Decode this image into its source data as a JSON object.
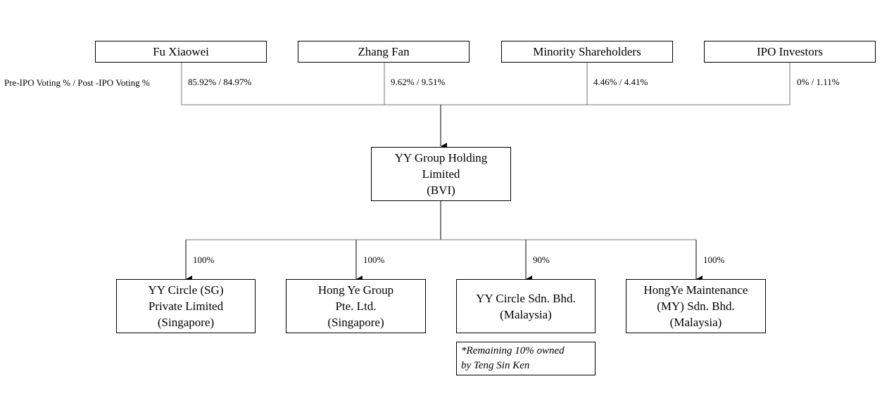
{
  "shareholders": [
    {
      "name": "Fu Xiaowei",
      "voting": "85.92% / 84.97%"
    },
    {
      "name": "Zhang Fan",
      "voting": "9.62% / 9.51%"
    },
    {
      "name": "Minority Shareholders",
      "voting": "4.46% / 4.41%"
    },
    {
      "name": "IPO Investors",
      "voting": "0% / 1.11%"
    }
  ],
  "voting_label": "Pre-IPO Voting % / Post  -IPO Voting %",
  "holding": {
    "line1": "YY Group Holding",
    "line2": "Limited",
    "line3": "(BVI)"
  },
  "subsidiaries": [
    {
      "line1": "YY Circle (SG)",
      "line2": "Private Limited",
      "line3": "(Singapore)",
      "ownership": "100%"
    },
    {
      "line1": "Hong Ye Group",
      "line2": "Pte. Ltd.",
      "line3": "(Singapore)",
      "ownership": "100%"
    },
    {
      "line1": "YY Circle Sdn. Bhd.",
      "line2": "(Malaysia)",
      "line3": "",
      "ownership": "90%"
    },
    {
      "line1": "HongYe Maintenance",
      "line2": "(MY) Sdn. Bhd.",
      "line3": "(Malaysia)",
      "ownership": "100%"
    }
  ],
  "note": {
    "line1": "*Remaining 10% owned",
    "line2": "by Teng Sin Ken"
  }
}
